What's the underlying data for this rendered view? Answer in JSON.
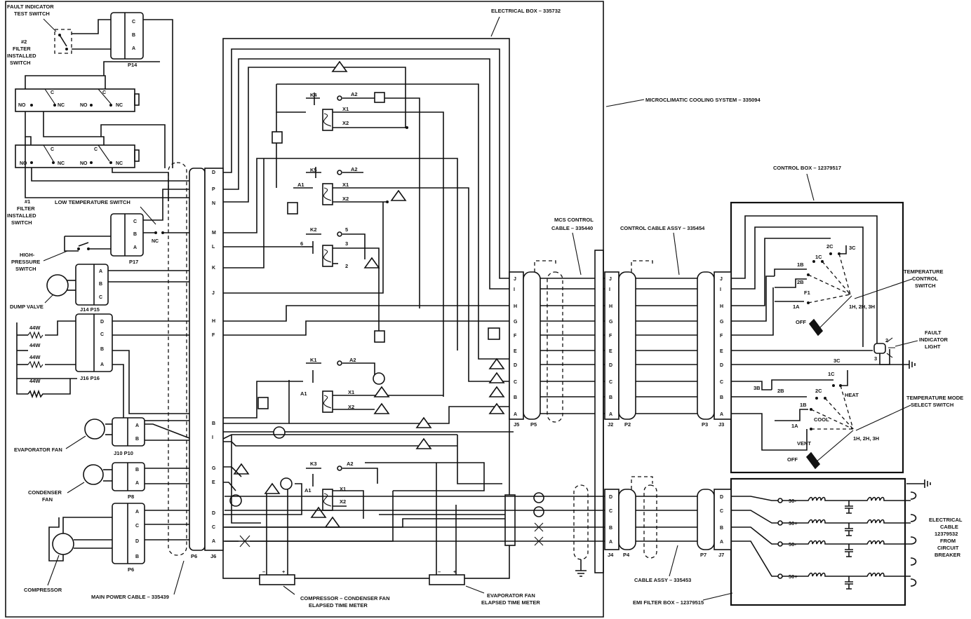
{
  "labels": {
    "fault_test_switch": [
      "FAULT INDICATOR",
      "TEST SWITCH"
    ],
    "filter2_switch": [
      "#2",
      "FILTER",
      "INSTALLED",
      "SWITCH"
    ],
    "filter1_switch": [
      "#1",
      "FILTER",
      "INSTALLED",
      "SWITCH"
    ],
    "low_temp_switch": "LOW TEMPERATURE SWITCH",
    "high_pressure_switch": [
      "HIGH-",
      "PRESSURE",
      "SWITCH"
    ],
    "dump_valve": "DUMP VALVE",
    "evaporator_fan": "EVAPORATOR FAN",
    "condenser_fan": [
      "CONDENSER",
      "FAN"
    ],
    "compressor": "COMPRESSOR",
    "main_power_cable": "MAIN POWER CABLE – 335439",
    "electrical_box": "ELECTRICAL BOX – 335732",
    "mcs_system": "MICROCLIMATIC COOLING SYSTEM – 335094",
    "mcs_control_cable": [
      "MCS CONTROL",
      "CABLE – 335440"
    ],
    "control_cable_assy": "CONTROL CABLE ASSY – 335454",
    "control_box": "CONTROL BOX – 12379517",
    "temp_control_switch": [
      "TEMPERATURE",
      "CONTROL",
      "SWITCH"
    ],
    "fault_light": [
      "FAULT",
      "INDICATOR",
      "LIGHT"
    ],
    "temp_mode_switch": [
      "TEMPERATURE MODE",
      "SELECT SWITCH"
    ],
    "electrical_cable": [
      "ELECTRICAL",
      "CABLE",
      "12379532",
      "FROM",
      "CIRCUIT",
      "BREAKER"
    ],
    "cable_assy": "CABLE ASSY – 335453",
    "emi_filter_box": "EMI FILTER BOX – 12379515",
    "compressor_meter": [
      "COMPRESSOR – CONDENSER FAN",
      "ELAPSED TIME METER"
    ],
    "evap_meter": [
      "EVAPORATOR FAN",
      "ELAPSED TIME METER"
    ]
  },
  "connectors": {
    "p14": "P14",
    "p17": "P17",
    "j14_p15": "J14  P15",
    "j16_p16": "J16  P16",
    "j10_p10": "J10  P10",
    "p8": "P8",
    "p6": "P6",
    "p5": "P5",
    "j6": "J6",
    "j5": "J5",
    "p5b": "P5",
    "j2": "J2",
    "p2": "P2",
    "p3": "P3",
    "j3": "J3",
    "j4": "J4",
    "p4": "P4",
    "p7": "P7",
    "j7": "J7"
  },
  "switch_terms": {
    "c": "C",
    "nc": "NC",
    "no": "NO",
    "a": "A",
    "b": "B"
  },
  "heaters": [
    "44W",
    "44W",
    "44W",
    "44W"
  ],
  "relays": {
    "k4": "K4",
    "k5": "K5",
    "k2": "K2",
    "k1": "K1",
    "k3": "K3",
    "a1": "A1",
    "a2": "A2",
    "x1": "X1",
    "x2": "X2",
    "t5": "5",
    "t6": "6",
    "t3": "3",
    "t2": "2"
  },
  "j6_pins": [
    "D",
    "P",
    "N",
    "M",
    "L",
    "K",
    "J",
    "H",
    "F",
    "B",
    "I",
    "G",
    "E",
    "D",
    "C",
    "A"
  ],
  "j5_pins": [
    "J",
    "I",
    "H",
    "G",
    "F",
    "E",
    "D",
    "C",
    "B",
    "A"
  ],
  "j2_pins": [
    "J",
    "I",
    "H",
    "G",
    "F",
    "E",
    "D",
    "C",
    "B",
    "A"
  ],
  "j3_pins": [
    "J",
    "I",
    "H",
    "G",
    "F",
    "E",
    "D",
    "C",
    "B",
    "A"
  ],
  "j4_pins": [
    "D",
    "C",
    "B",
    "A"
  ],
  "j7_pins": [
    "D",
    "C",
    "B",
    "A"
  ],
  "p14_pins": [
    "C",
    "B",
    "A"
  ],
  "p17_pins": [
    "C",
    "B",
    "A"
  ],
  "p15_pins": [
    "A",
    "B",
    "C"
  ],
  "p16_pins": [
    "D",
    "C",
    "B",
    "A"
  ],
  "p10_pins": [
    "A",
    "B"
  ],
  "p8_pins": [
    "B",
    "A"
  ],
  "p6_pins": [
    "A",
    "C",
    "D",
    "B"
  ],
  "control_box_terms": {
    "c2": "2C",
    "c3": "3C",
    "c1": "1C",
    "b1": "1B",
    "b2": "2B",
    "f1": "F1",
    "a1": "1A",
    "h": "1H,\n2H, 3H",
    "off": "OFF",
    "heat": "HEAT",
    "cool": "COOL",
    "vent": "VENT",
    "b3": "3B",
    "hh": "1H, 2H, 3H",
    "n2": "2",
    "n3": "3"
  },
  "emi_phases": [
    "30-",
    "30+",
    "50-",
    "50+"
  ],
  "meter_signs": {
    "minus": "–",
    "plus": "+"
  }
}
